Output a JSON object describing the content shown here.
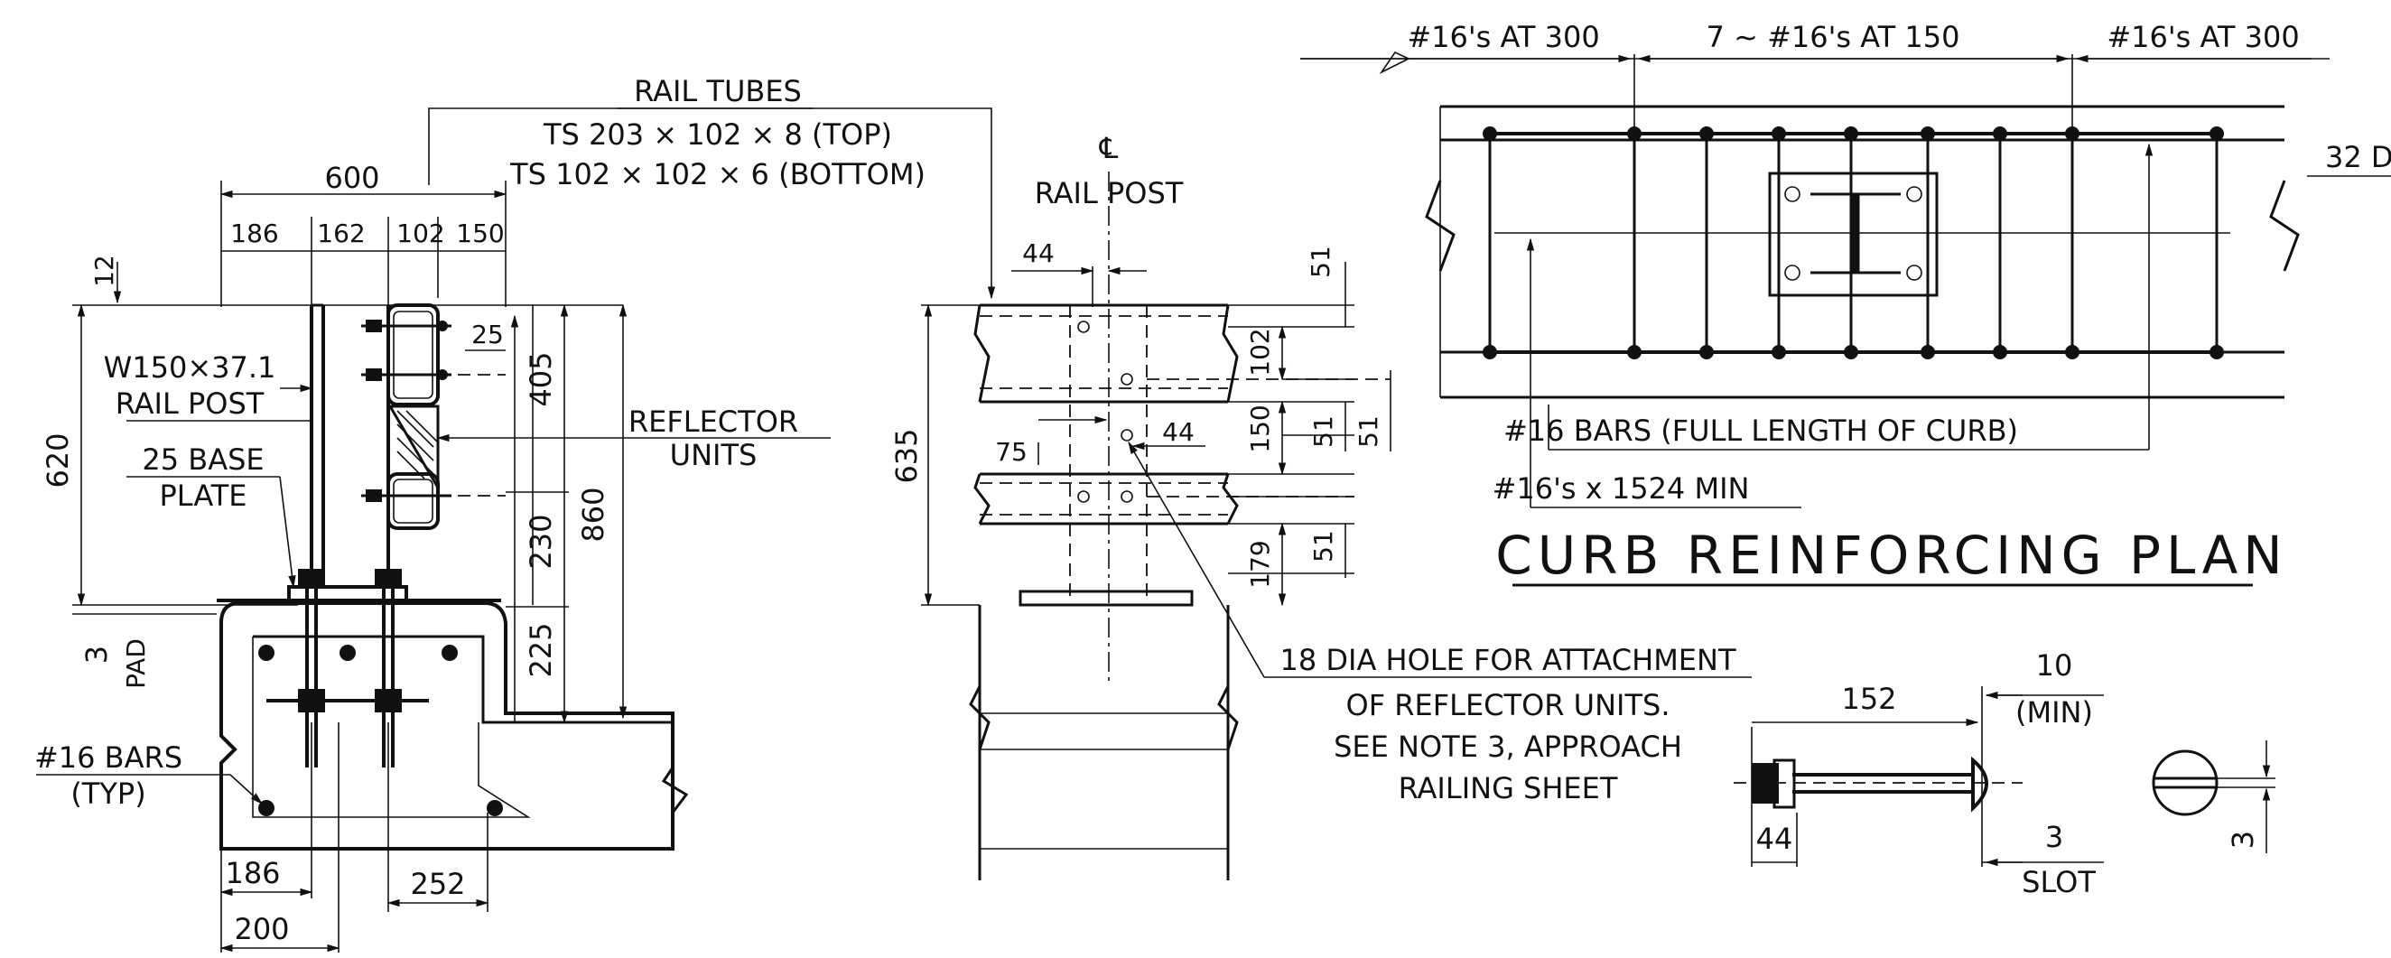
{
  "section": {
    "rail_tubes_title": "RAIL TUBES",
    "rail_tubes_top": "TS 203 × 102 × 8 (TOP)",
    "rail_tubes_bottom": "TS 102 × 102 × 6 (BOTTOM)",
    "dim_600": "600",
    "dim_186": "186",
    "dim_162": "162",
    "dim_102": "102",
    "dim_150": "150",
    "dim_12": "12",
    "dim_25": "25",
    "dim_405": "405",
    "dim_230": "230",
    "dim_225": "225",
    "dim_620": "620",
    "dim_860": "860",
    "dim_3": "3",
    "pad": "PAD",
    "rail_post_line1": "W150×37.1",
    "rail_post_line2": "RAIL POST",
    "base_plate_line1": "25 BASE",
    "base_plate_line2": "PLATE",
    "reflector_line1": "REFLECTOR",
    "reflector_line2": "UNITS",
    "bars_line1": "#16 BARS",
    "bars_line2": "(TYP)",
    "dim_bottom_186": "186",
    "dim_bottom_200": "200",
    "dim_bottom_252": "252"
  },
  "elevation": {
    "centerline": "℄",
    "rail_post": "RAIL POST",
    "dim_44_top": "44",
    "dim_635": "635",
    "dim_75": "75",
    "dim_44_mid": "44",
    "dim_51_a": "51",
    "dim_102": "102",
    "dim_150": "150",
    "dim_51_b": "51",
    "dim_51_c": "51",
    "dim_179": "179",
    "dim_51_d": "51",
    "hole_note_line1": "18 DIA HOLE FOR ATTACHMENT",
    "hole_note_line2": "OF REFLECTOR UNITS.",
    "hole_note_line3": "SEE NOTE 3, APPROACH",
    "hole_note_line4": "RAILING SHEET"
  },
  "plan": {
    "top_left": "#16's AT 300",
    "top_middle": "7 ~ #16's AT 150",
    "top_right": "#16's AT 300",
    "cut_off_label": "32 D",
    "bars_full_length": "#16 BARS (FULL LENGTH OF CURB)",
    "bars_min": "#16's x 1524 MIN",
    "title": "CURB REINFORCING PLAN"
  },
  "bolt": {
    "dim_152": "152",
    "dim_10": "10",
    "min": "(MIN)",
    "dim_44": "44",
    "dim_3": "3",
    "slot": "SLOT",
    "dim_3_side": "3"
  }
}
